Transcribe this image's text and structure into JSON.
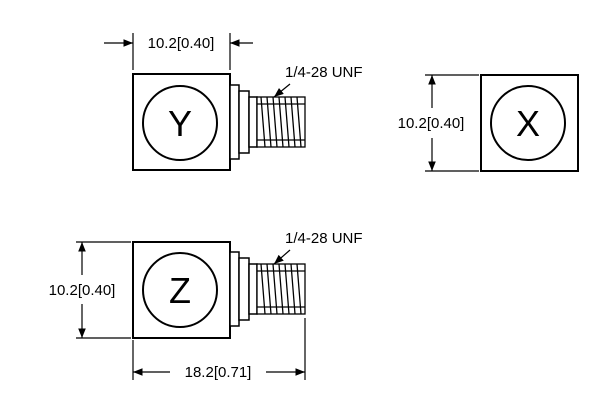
{
  "sensors": [
    {
      "axis_label": "Y"
    },
    {
      "axis_label": "X"
    },
    {
      "axis_label": "Z"
    }
  ],
  "dimensions": {
    "width_top": "10.2[0.40]",
    "height_x": "10.2[0.40]",
    "height_z": "10.2[0.40]",
    "overall_length": "18.2[0.71]"
  },
  "thread_callouts": {
    "top": "1/4-28 UNF",
    "bottom": "1/4-28 UNF"
  }
}
